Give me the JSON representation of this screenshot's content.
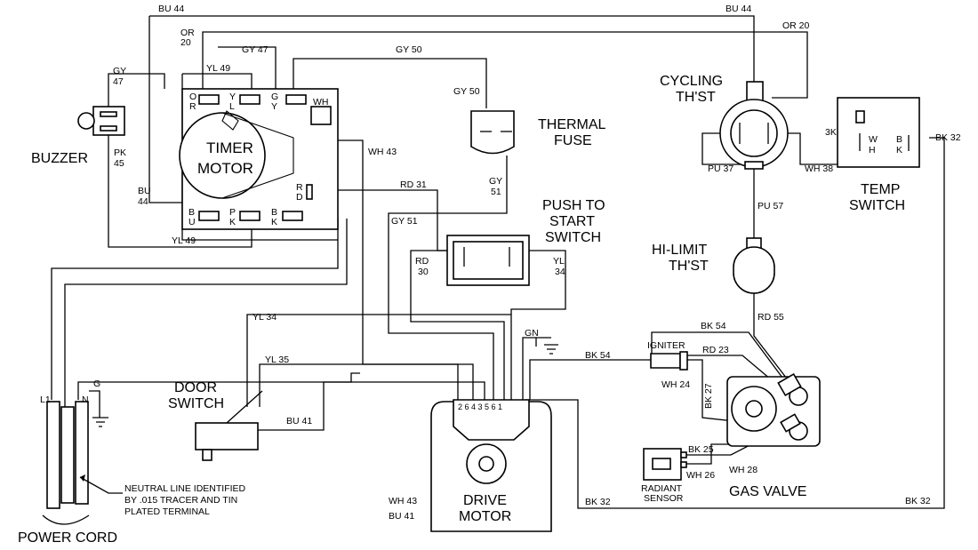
{
  "components": {
    "timer_motor": [
      "TIMER",
      "MOTOR"
    ],
    "buzzer": "BUZZER",
    "thermal_fuse": [
      "THERMAL",
      "FUSE"
    ],
    "push_to_start": [
      "PUSH TO",
      "START",
      "SWITCH"
    ],
    "cycling_thst": [
      "CYCLING",
      "TH'ST"
    ],
    "temp_switch": [
      "TEMP",
      "SWITCH"
    ],
    "hi_limit": [
      "HI-LIMIT",
      "TH'ST"
    ],
    "door_switch": [
      "DOOR",
      "SWITCH"
    ],
    "drive_motor": [
      "DRIVE",
      "MOTOR"
    ],
    "gas_valve": "GAS VALVE",
    "igniter": "IGNITER",
    "radiant_sensor": [
      "RADIANT",
      "SENSOR"
    ],
    "power_cord": "POWER CORD"
  },
  "wire_labels": {
    "bu44_top": "BU 44",
    "bu44_top_right": "BU 44",
    "or20_right": "OR 20",
    "or20_left_a": "OR",
    "or20_left_b": "20",
    "gy47_top": "GY 47",
    "gy50_top": "GY 50",
    "yl49_top": "YL 49",
    "gy47_left_a": "GY",
    "gy47_left_b": "47",
    "pk45_a": "PK",
    "pk45_b": "45",
    "bu44_left_a": "BU",
    "bu44_left_b": "44",
    "yl49_bottom": "YL 49",
    "gy50_fuse": "GY 50",
    "wh43_timer": "WH 43",
    "rd31": "RD 31",
    "gy51_a": "GY",
    "gy51_b": "51",
    "gy51_left": "GY 51",
    "rd30_a": "RD",
    "rd30_b": "30",
    "yl34_a": "YL",
    "yl34_b": "34",
    "pu37": "PU 37",
    "wh38": "WH 38",
    "pu57": "PU 57",
    "bk32_right": "BK 32",
    "rd55": "RD 55",
    "bk54_top": "BK 54",
    "bk54_mid": "BK 54",
    "gn": "GN",
    "yl34_door": "YL 34",
    "yl35": "YL 35",
    "bu41_door": "BU 41",
    "rd23": "RD 23",
    "wh24": "WH 24",
    "bk27": "BK 27",
    "bk25": "BK 25",
    "wh28": "WH 28",
    "wh26": "WH 26",
    "wh43_bottom": "WH 43",
    "bu41_bottom": "BU 41",
    "bk32_bottom": "BK 32",
    "bk32_bottom_right": "BK 32",
    "l1": "L1",
    "n": "N",
    "g": "G"
  },
  "terminal_labels": {
    "timer_or": [
      "O",
      "R"
    ],
    "timer_yl": [
      "Y",
      "L"
    ],
    "timer_gy": [
      "G",
      "Y"
    ],
    "timer_wh": "WH",
    "timer_rd": [
      "R",
      "D"
    ],
    "timer_bu": [
      "B",
      "U"
    ],
    "timer_pk": [
      "P",
      "K"
    ],
    "timer_bk": [
      "B",
      "K"
    ],
    "temp_3k": "3K",
    "temp_wh": [
      "W",
      "H"
    ],
    "temp_bk": [
      "B",
      "K"
    ],
    "motor_pins": "2 6 4 3  5 6 1"
  },
  "note": [
    "NEUTRAL LINE IDENTIFIED",
    "BY .015 TRACER AND TIN",
    "PLATED TERMINAL"
  ]
}
